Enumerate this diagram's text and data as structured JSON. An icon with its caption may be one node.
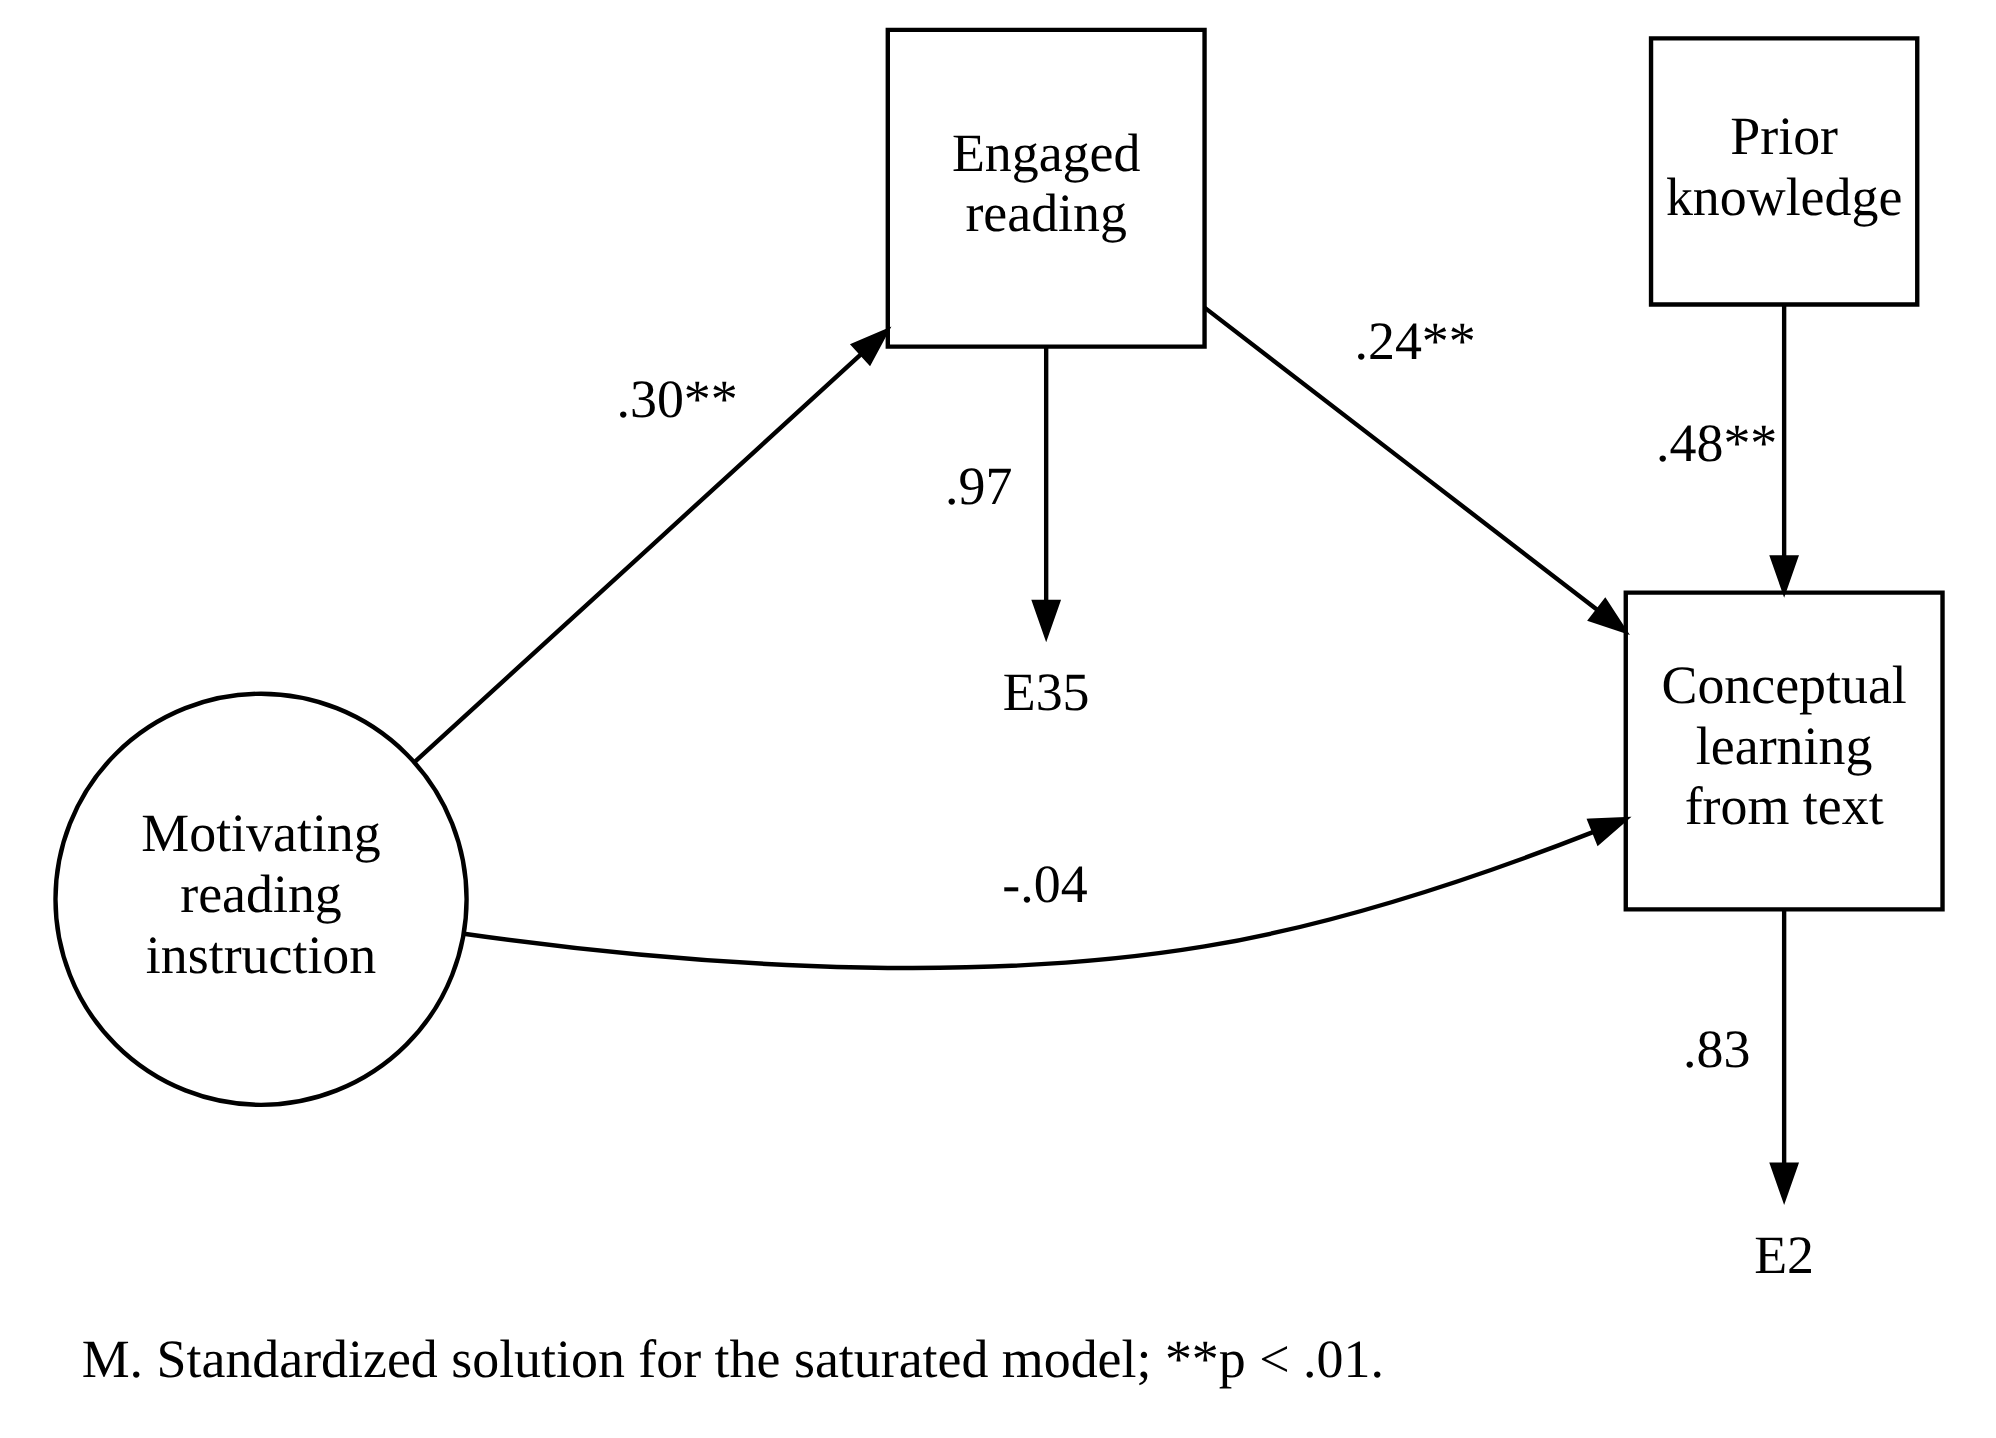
{
  "diagram": {
    "caption": "M. Standardized solution for the saturated model; **p < .01.",
    "nodes": [
      {
        "text": [
          "Motivating reading instruction"
        ]
      },
      {
        "text": [
          "Engaged reading"
        ]
      },
      {
        "text": [
          "Conceptual learning from text"
        ]
      },
      {
        "text": [
          "Prior knowledge"
        ]
      },
      {
        "text": [
          "E35"
        ]
      },
      {
        "text": [
          "E2"
        ]
      }
    ],
    "edges": [
      {
        "from": 0,
        "to": 2,
        "arrow": "to",
        "label": "-.04"
      },
      {
        "from": 0,
        "to": 1,
        "arrow": "to",
        "label": ".30**"
      },
      {
        "from": 1,
        "to": 4,
        "arrow": "to",
        "label": ".97"
      },
      {
        "from": 1,
        "to": 2,
        "arrow": "to",
        "label": ".24**"
      },
      {
        "from": 2,
        "to": 5,
        "arrow": "to",
        "label": ".83"
      },
      {
        "from": 3,
        "to": 2,
        "arrow": "to",
        "label": ".48**"
      }
    ]
  }
}
